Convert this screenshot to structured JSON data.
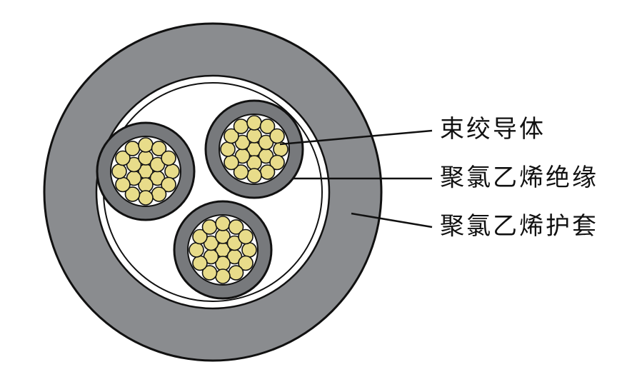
{
  "labels": {
    "conductor": "束绞导体",
    "insulation": "聚氯乙烯绝缘",
    "sheath": "聚氯乙烯护套"
  },
  "colors": {
    "sheath": "#8a8c8f",
    "insulation": "#77797c",
    "filler": "#ffffff",
    "wire": "#e8dc8a",
    "outline": "#111111"
  }
}
